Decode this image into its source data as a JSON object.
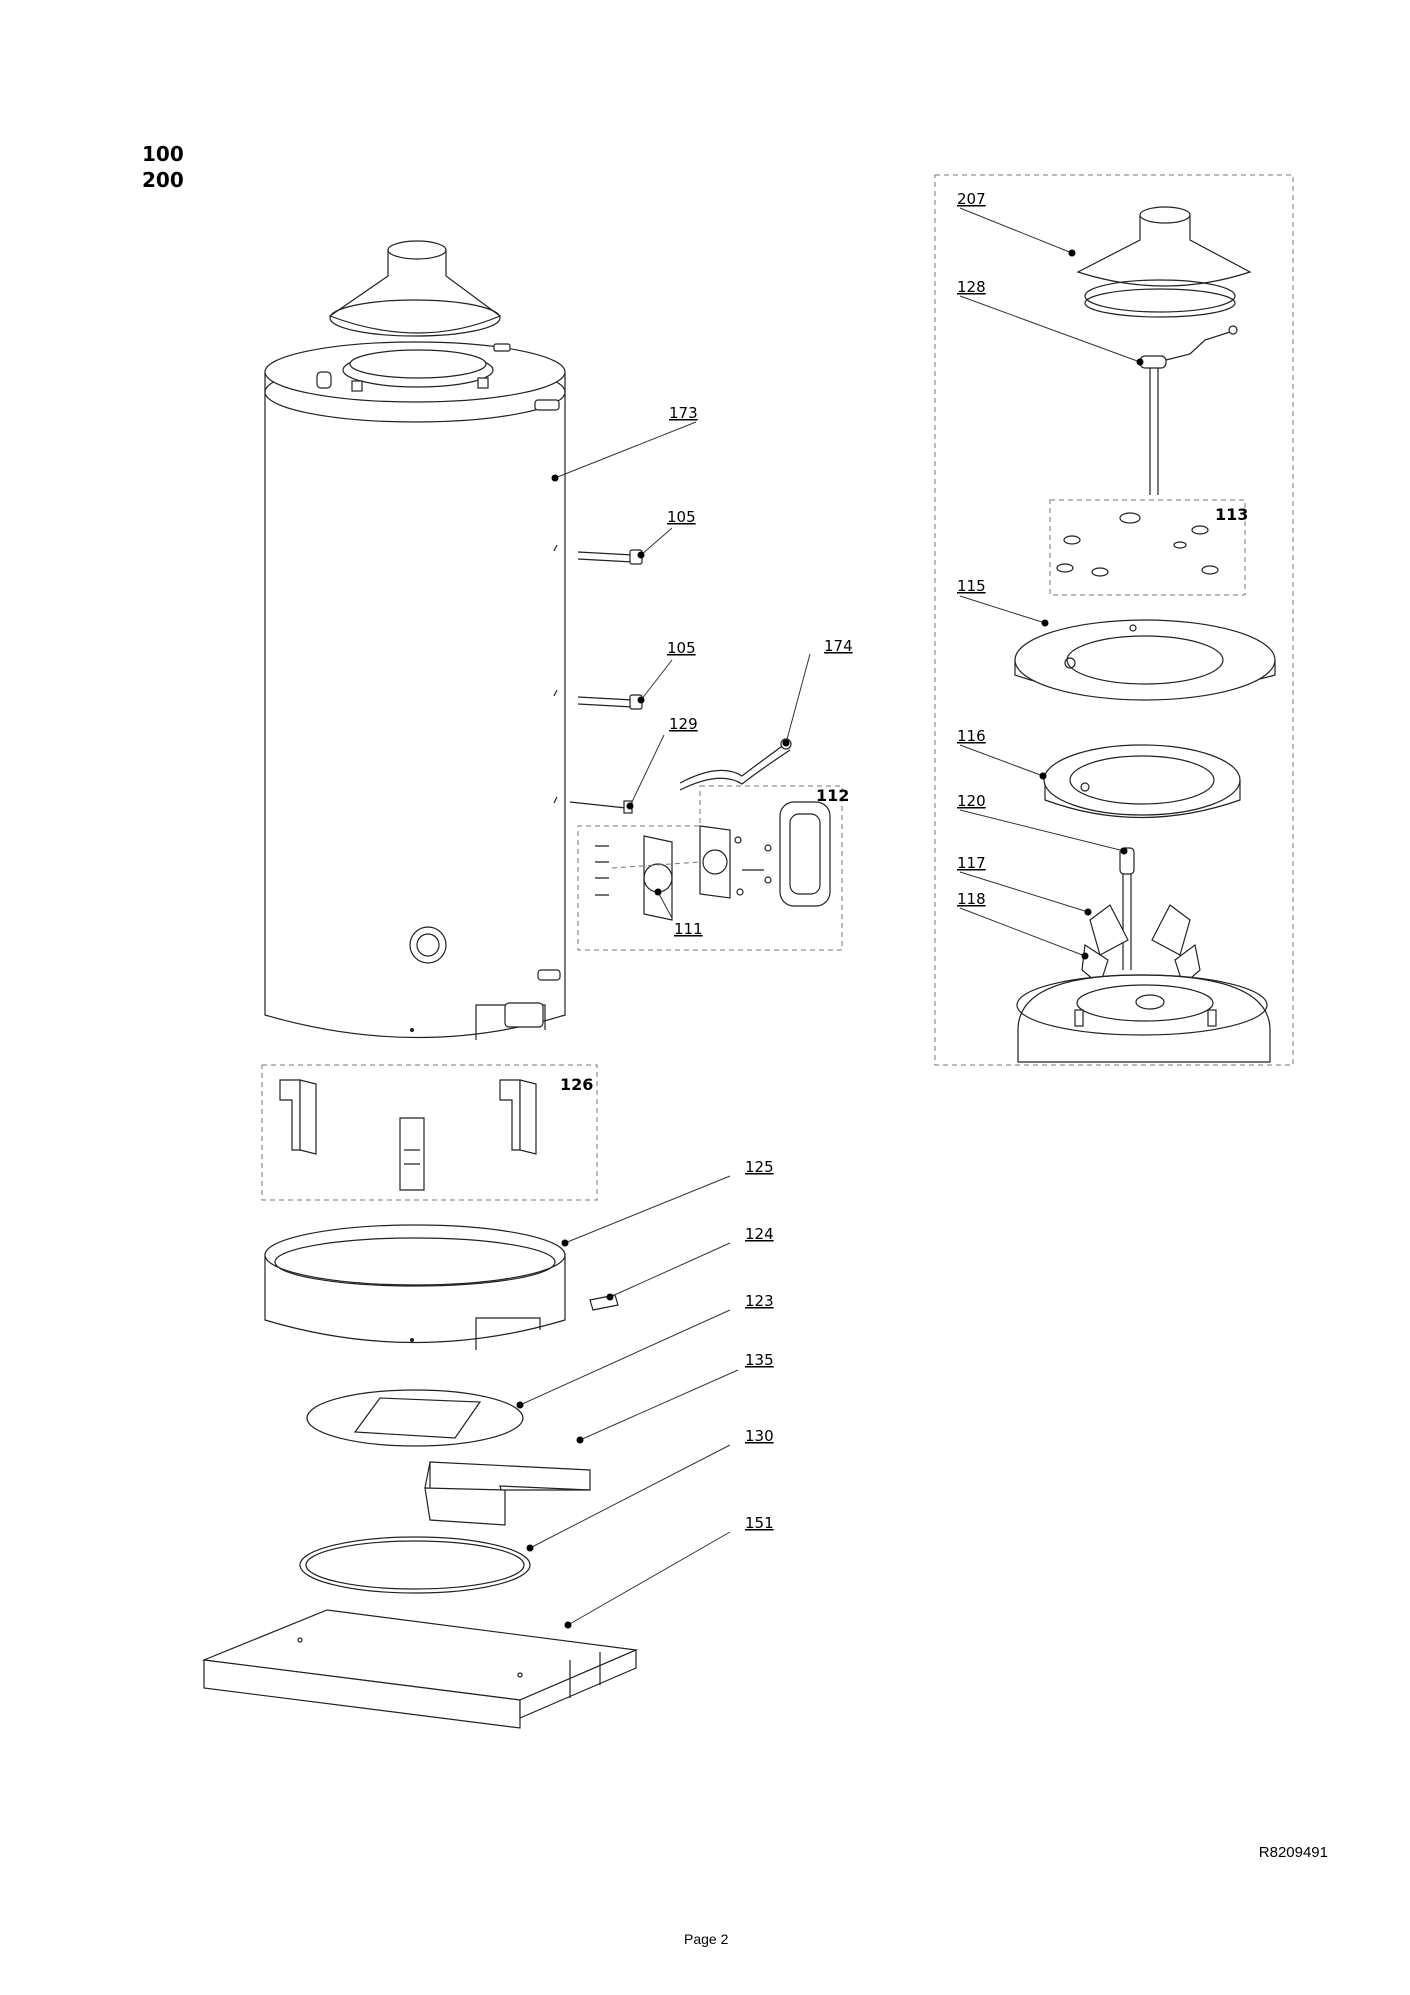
{
  "header": {
    "models": [
      "100",
      "200"
    ]
  },
  "parts": {
    "p207": "207",
    "p128": "128",
    "p113": "113",
    "p115": "115",
    "p116": "116",
    "p120": "120",
    "p117": "117",
    "p118": "118",
    "p173": "173",
    "p105a": "105",
    "p105b": "105",
    "p174": "174",
    "p129": "129",
    "p112": "112",
    "p111": "111",
    "p126": "126",
    "p125": "125",
    "p124": "124",
    "p123": "123",
    "p135": "135",
    "p130": "130",
    "p151": "151"
  },
  "footer": {
    "reference": "R8209491",
    "page": "Page 2"
  }
}
